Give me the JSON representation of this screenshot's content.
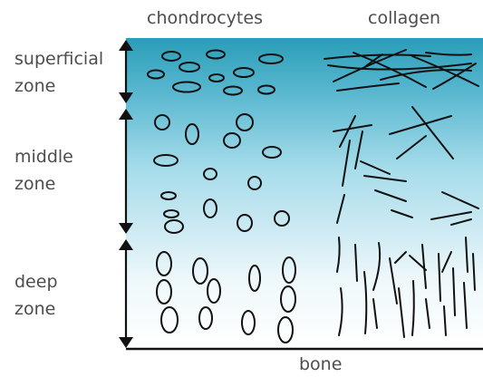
{
  "columns": {
    "left": "chondrocytes",
    "right": "collagen"
  },
  "zones": {
    "superficial": [
      "superficial",
      "zone"
    ],
    "middle": [
      "middle",
      "zone"
    ],
    "deep": [
      "deep",
      "zone"
    ]
  },
  "bottom_label": "bone",
  "colors": {
    "gradient_top": "#2a9db8",
    "gradient_mid": "#8fd3e6",
    "gradient_bottom": "#ffffff",
    "line": "#111111"
  }
}
